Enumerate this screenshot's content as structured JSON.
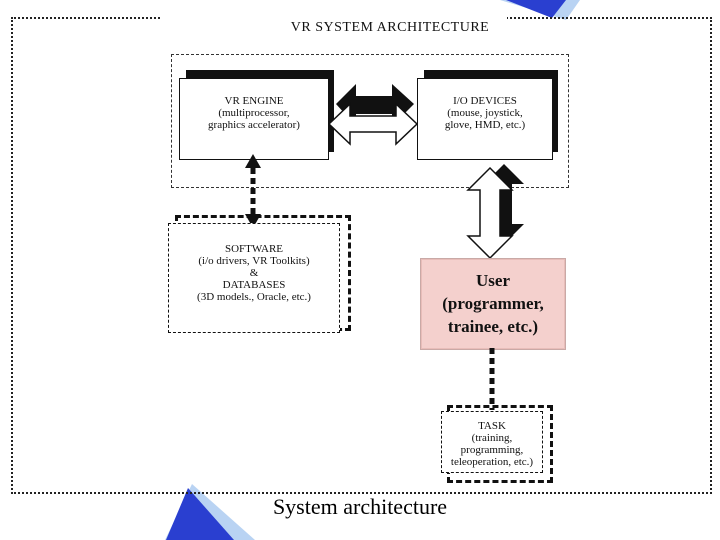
{
  "title": "VR SYSTEM ARCHITECTURE",
  "caption": "System architecture",
  "boxes": {
    "engine": [
      "VR ENGINE",
      "(multiprocessor,",
      "graphics accelerator)"
    ],
    "io": [
      "I/O DEVICES",
      "(mouse, joystick,",
      "glove, HMD, etc.)"
    ],
    "software": [
      "SOFTWARE",
      "(i/o drivers, VR Toolkits)",
      "&",
      "DATABASES",
      "(3D models., Oracle, etc.)"
    ],
    "user": [
      "User",
      "(programmer,",
      "trainee, etc.)"
    ],
    "task": [
      "TASK",
      "(training,",
      "programming,",
      "teleoperation, etc.)"
    ]
  },
  "colors": {
    "user_fill": "#f4d0cd",
    "accent_blue": "#2a3fd0",
    "accent_light_blue": "#b9d3f3"
  }
}
